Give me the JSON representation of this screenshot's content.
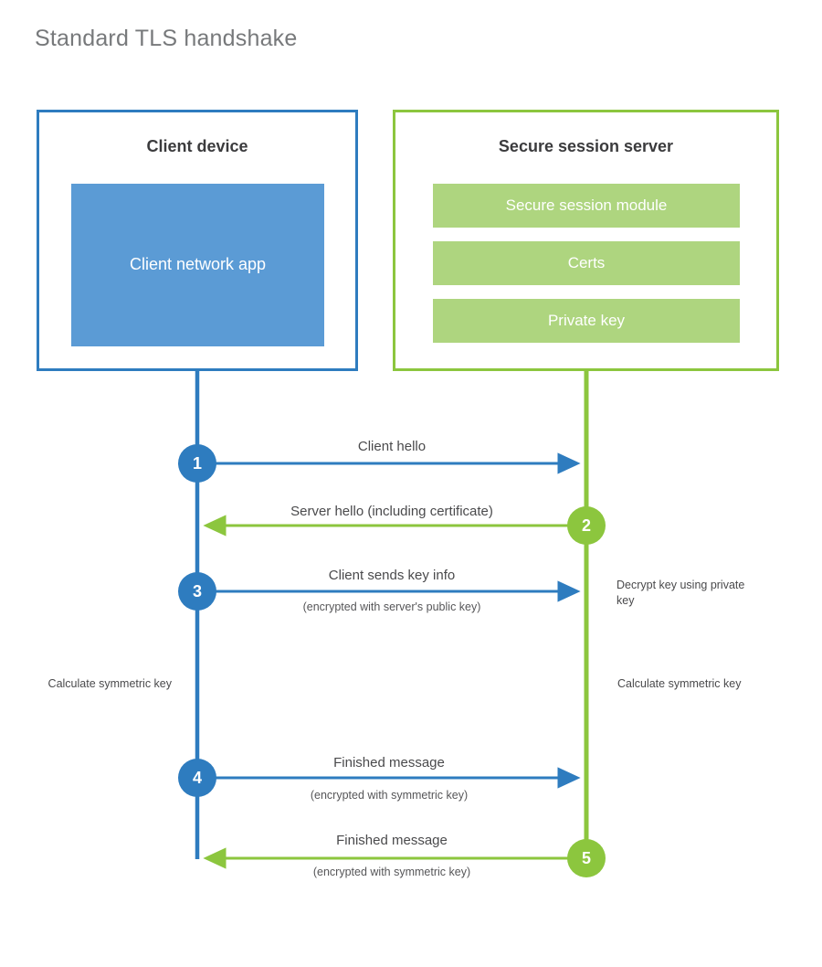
{
  "title": "Standard TLS handshake",
  "colors": {
    "client_border": "#2e7cbf",
    "client_fill": "#5b9bd5",
    "server_border": "#8cc63e",
    "server_fill": "#aed57f",
    "title_text": "#77797b",
    "body_text": "#4a4a4c",
    "background": "#ffffff"
  },
  "client": {
    "title": "Client device",
    "app_label": "Client network app"
  },
  "server": {
    "title": "Secure session server",
    "components": [
      {
        "label": "Secure session module"
      },
      {
        "label": "Certs"
      },
      {
        "label": "Private key"
      }
    ]
  },
  "steps": [
    {
      "number": "1",
      "side": "client",
      "direction": "client-to-server",
      "label": "Client hello",
      "sublabel": ""
    },
    {
      "number": "2",
      "side": "server",
      "direction": "server-to-client",
      "label": "Server hello (including certificate)",
      "sublabel": ""
    },
    {
      "number": "3",
      "side": "client",
      "direction": "client-to-server",
      "label": "Client sends key info",
      "sublabel": "(encrypted with server's public key)"
    },
    {
      "number": "4",
      "side": "client",
      "direction": "client-to-server",
      "label": "Finished message",
      "sublabel": "(encrypted with symmetric key)"
    },
    {
      "number": "5",
      "side": "server",
      "direction": "server-to-client",
      "label": "Finished message",
      "sublabel": "(encrypted with symmetric key)"
    }
  ],
  "notes": {
    "decrypt_key": "Decrypt key using private key",
    "calculate_symmetric_key_client": "Calculate symmetric key",
    "calculate_symmetric_key_server": "Calculate symmetric key"
  }
}
